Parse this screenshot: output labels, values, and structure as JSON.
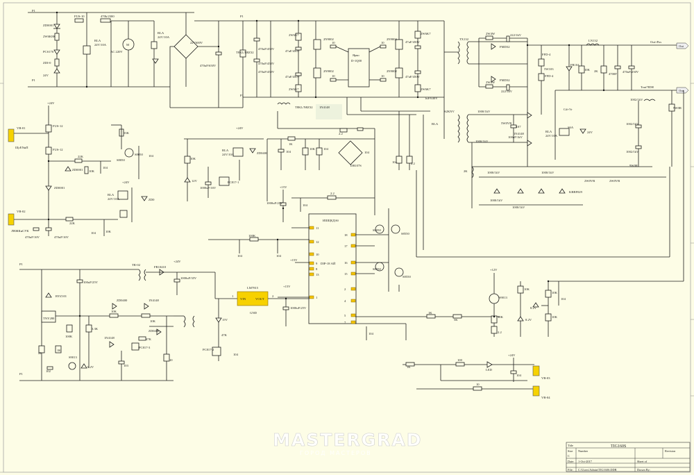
{
  "labels": {
    "p_top_left": "P1",
    "p_top_left2": "P1",
    "p_mid_top": "P1",
    "p_mid_2": "P1",
    "p_bottom_left": "P1",
    "p_bottom_left2": "P1",
    "fuse1": "FUS-10",
    "res_470k": "470k/2300",
    "relay_top": "RLA",
    "relay_top_val": "24V/10A",
    "motor": "M",
    "ac_motor": "AC 220V",
    "zener_top": "ZD0001",
    "r_top1": "2W6K8K",
    "r_top2": "PCS17S",
    "r_top3": "ZDI-0",
    "r_top4": "24V",
    "bridge1": "22V600V",
    "cap_bridge": "470uF/650V",
    "c_mid1": "470uF/450V",
    "c_mid2": "470uF/450V",
    "c_mid3": "470uF/450V",
    "t_mid": "T8KL/N8Z32",
    "hv_src": "D-1Q00",
    "hv_label": "Ярко",
    "tr1": "2N9002",
    "tr2": "2N9002",
    "tr3": "2N9002",
    "tr4": "2N9002",
    "r_gate1": "10",
    "r_gate2": "10",
    "r_gate3": "10",
    "r_gate4": "10",
    "c_right1": "47uF/450V",
    "c_right2": "47uF/450V",
    "rr1": "2W6K7",
    "rr2": "2W6K7",
    "c_mid_out": "1uF/630V",
    "tx_main": "TX132",
    "d_out1": "FMD32",
    "d_out2": "FMD32",
    "r_out1": "2W4W",
    "r_out2": "2W4W",
    "c_out1": "222/1kV",
    "c_out2": "222/1kV",
    "inductor_out": "LN132",
    "out_pos": "Out+Pos",
    "out_tag1": "Out",
    "out_neg_tag": "Out",
    "gnd_ref": "Tout7IDH",
    "relay2": "RLA",
    "relay2_val": "24V/10A",
    "diode_r1": "FR104",
    "res_r1": "5W103",
    "c_right3": "470uF/250V",
    "r_ffd": "FFD-4",
    "r_ffd2": "FFD-4",
    "cap_r": "Cd+Vr",
    "zd_24": "24V",
    "zd_relay": "S6A",
    "r_10k": "10K",
    "r_2k": "2K",
    "c_4700": "4700F",
    "c_102": "1002/1kV",
    "c_103": "1002/1kV",
    "r_9w": "9W0R",
    "hv_sec": "S2KNV",
    "d_fr": "FR107",
    "zd_sec": "1N4148",
    "d_sec1": "ER50V",
    "c_sec1": "1000/1kV",
    "c_sec2": "100uF/1kV",
    "d_r1": "KRBF029",
    "d_r2": "KRF021",
    "c_sec3": "1000/1kV",
    "r_sec_a": "5W0VR",
    "r_sec_b": "2W0VR",
    "r_sec_c": "2W0VR",
    "v24": "+24V",
    "v15": "+15V",
    "v12": "+12V",
    "vb_1": "VB-01",
    "conn1": "ЩcЕNнП",
    "vb_2": "VB-02",
    "conn2": "ЛНЖКнСУК",
    "fus12a": "FUS-12",
    "fus12b": "FUS-12",
    "zd1": "ZD0001",
    "zd2": "ZD0001",
    "r_22k": "22K",
    "r_10k_b": "10K",
    "r_33k": "33K",
    "c_104": "104",
    "c_470": "470uF/16V",
    "q_8050": "S8050",
    "relay3": "RLA",
    "relay3_val": "24V/10A",
    "zd_relay3": "ZD0",
    "relay4": "RLA",
    "relay4_val": "24V/10A",
    "zd_relay4": "ZD0400",
    "r_10": "10K",
    "led1": "12V",
    "c_1000": "1000uF/16V",
    "opto1": "PC817-1",
    "r_b1": "1K",
    "bridge2": "DB107S",
    "r_b2": "1K",
    "r_b3": "10K",
    "c_b1": "104",
    "c_b2": "104",
    "c_b3": "104",
    "r_b4": "22",
    "r_b5": "2.2",
    "c_b4": "1000uF/25V",
    "ic_main": "ИШЦКДАб",
    "ic_sub": "DIP-18 АЙ",
    "pin_11": "11",
    "pin_12": "12",
    "pin_10": "10",
    "pin_9": "9",
    "pin_8": "8",
    "pin_13": "13",
    "pin_1": "1",
    "pin_18": "18",
    "pin_17": "17",
    "pin_16": "16",
    "pin_15": "15",
    "pin_2": "2",
    "pin_4": "4",
    "pin_5": "5",
    "pin_6": "6",
    "pin_7": "7",
    "q_drv1": "S8050",
    "q_drv2": "S8550",
    "q_drv3": "S8050",
    "q_drv4": "S8550",
    "r_100k": "100K",
    "c_104b": "104",
    "c_100": "104",
    "v15b": "+15V",
    "t_aux": "TR-02",
    "d_aux": "FR10410",
    "c_aux1": "1000uF/35V",
    "c_aux2": "100uF/25V",
    "v24b": "+24V",
    "ic_reg": "LM7815",
    "reg_in": "VIN",
    "reg_out": "VOUT",
    "reg_gnd": "GND",
    "c_reg": "1000uF/25V",
    "v15c": "+15V",
    "zd_15": "15V",
    "opto2": "PC817-2",
    "zd_aux1": "BYZ101",
    "ic_aux": "TNY280",
    "r_aux1": "100K",
    "r_aux2": "10K",
    "r_aux3": "3.3K",
    "zd_aux2": "ZD0400",
    "zd_aux3": "1N4148",
    "zd_aux4": "ZD0400",
    "d_aux2": "1N4148",
    "r_aux4": "47K",
    "opto3": "PC817-3",
    "r_aux5": "22",
    "r_aux6": "1K",
    "r_aux7": "10",
    "c_aux3": "103",
    "c_aux4": "102",
    "zd_8v": "8.2V",
    "q_pwr": "S9013",
    "v12b": "+12V",
    "r_pwr1": "1K",
    "r_pwr2": "10K",
    "r_pwr3": "10K",
    "r_pot": "5K",
    "zd_pwr1": "8.2V",
    "zd_pwr2": "8.2V",
    "r_pwr4": "2.2",
    "c_pwr": "104",
    "r_pwr5": "10K",
    "r_pwr6": "1K",
    "q_pwr2": "S9013",
    "r_pwr7": "10K",
    "c_pwr2": "102",
    "zd_pwr3": "8.2V",
    "led_pwr": "LED",
    "r_led": "1K",
    "v_led": "+24V",
    "c_led": "104",
    "r_led2": "100",
    "r_led3": "10",
    "jack_vb03": "VB-03",
    "jack_vb04": "VB-04",
    "c_gnd": "104",
    "title": "TIG160S",
    "tb_size": "Size",
    "tb_number": "Number",
    "tb_revision": "Revision",
    "tb_title_h": "Title",
    "tb_size_val": "C",
    "tb_date_h": "Date:",
    "tb_date": "1-Oct-2017",
    "tb_file_h": "File:",
    "tb_file": "C:\\Users\\Admin\\TIG160S.DDB",
    "tb_sheet": "Sheet   of",
    "tb_drawn": "Drawn By:",
    "watermark": "MASTERGRAD",
    "watermark_sub": "ГОРОД МАСТЕРОВ"
  }
}
